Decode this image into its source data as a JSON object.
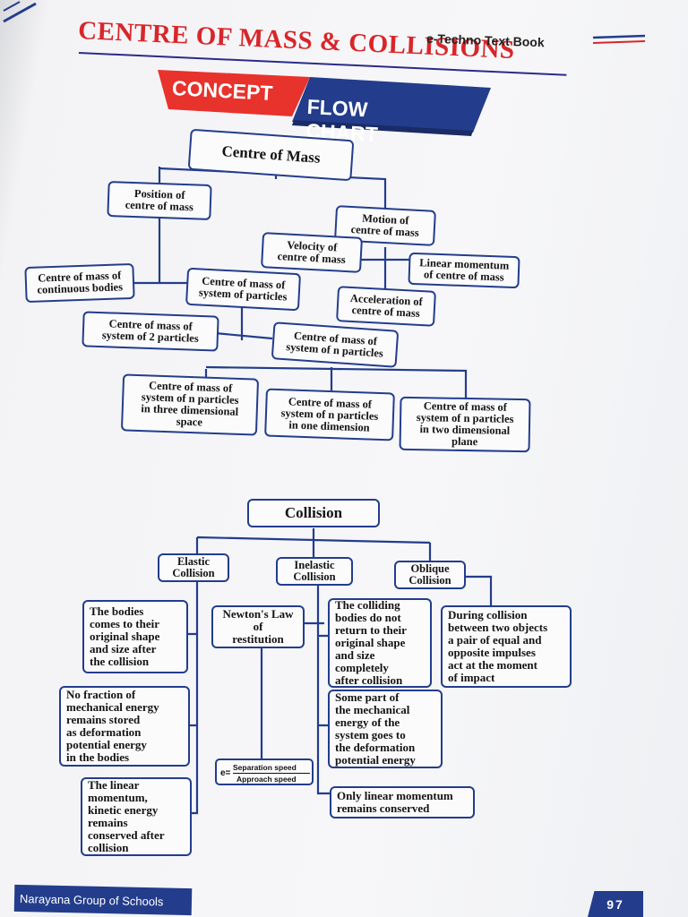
{
  "header": {
    "title": "CENTRE OF MASS & COLLISIONS",
    "brand": "e-Techno Text Book",
    "banner_left": "CONCEPT",
    "banner_right": "FLOW CHART"
  },
  "com_chart": {
    "root": "Centre of Mass",
    "position": "Position of\ncentre of mass",
    "motion": "Motion of\ncentre of mass",
    "velocity": "Velocity of\ncentre of mass",
    "linear_momentum": "Linear momentum\nof centre of mass",
    "acceleration": "Acceleration of\ncentre of mass",
    "continuous": "Centre of mass of\ncontinuous bodies",
    "system_particles": "Centre of mass of\nsystem of particles",
    "two_particles": "Centre of mass of\nsystem of 2 particles",
    "n_particles": "Centre of mass of\nsystem of n particles",
    "three_dim": "Centre of mass of\nsystem of n particles\nin three dimensional\nspace",
    "one_dim": "Centre of mass of\nsystem of n particles\nin one dimension",
    "two_dim": "Centre of mass of\nsystem of n particles\nin two dimensional\nplane"
  },
  "collision_chart": {
    "root": "Collision",
    "elastic": "Elastic\nCollision",
    "inelastic": "Inelastic\nCollision",
    "oblique": "Oblique\nCollision",
    "elastic_shape": "The bodies\ncomes to their\noriginal shape\nand size after\nthe collision",
    "elastic_energy": "No fraction of\nmechanical energy\nremains stored\nas deformation\npotential energy\nin the bodies",
    "elastic_conserved": "The linear\nmomentum,\nkinetic energy\nremains\nconserved after\ncollision",
    "newtons_law": "Newton's Law\nof\nrestitution",
    "formula_e": "e=",
    "formula_numerator": "Separation speed",
    "formula_denominator": "Approach speed",
    "inelastic_shape": "The colliding\nbodies do not\nreturn to their\noriginal shape\nand size\ncompletely\nafter collision",
    "inelastic_energy": "Some part of\nthe mechanical\nenergy of the\nsystem goes to\nthe deformation\npotential energy",
    "inelastic_conserved": "Only linear momentum\nremains conserved",
    "oblique_desc": "During collision\nbetween two objects\na pair of equal and\nopposite impulses\nact at the moment\nof impact"
  },
  "footer": {
    "publisher": "Narayana Group of Schools",
    "page_number": "97"
  },
  "colors": {
    "title_red": "#d8262a",
    "navy": "#233d8c",
    "banner_red": "#e8322c"
  }
}
